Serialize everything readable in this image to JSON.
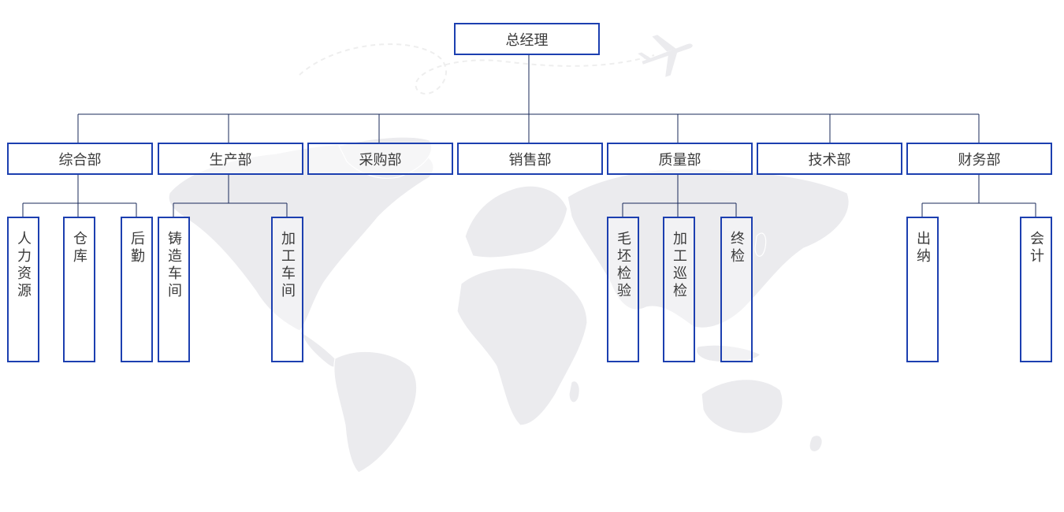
{
  "org_chart": {
    "root": "总经理",
    "departments": [
      "综合部",
      "生产部",
      "采购部",
      "销售部",
      "质量部",
      "技术部",
      "财务部"
    ],
    "sub_units": {
      "zonghe": [
        "人力资源",
        "仓库",
        "后勤"
      ],
      "shengchan": [
        "铸造车间",
        "加工车间"
      ],
      "zhiliang": [
        "毛坯检验",
        "加工巡检",
        "终检"
      ],
      "caiwu": [
        "出纳",
        "会计"
      ]
    }
  },
  "colors": {
    "box_border": "#1c3fb0",
    "connector": "#1a2a5a",
    "text": "#3b3b3b",
    "map_background": "#e9e9ec"
  }
}
